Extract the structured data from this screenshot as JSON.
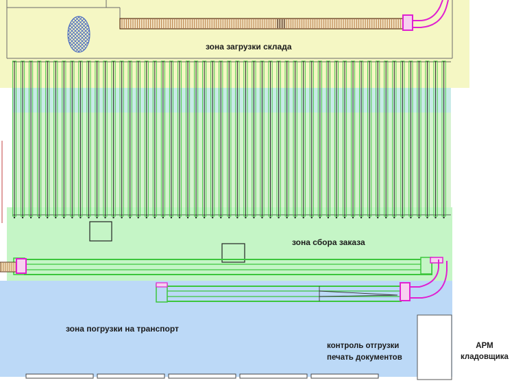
{
  "zones": {
    "loading": {
      "label": "зона загрузки склада",
      "color": "#f5f7c4"
    },
    "picking": {
      "label": "зона сбора заказа",
      "color": "#c5f5c6"
    },
    "shipping": {
      "label": "зона погрузки на транспорт",
      "color": "#bcd9f7"
    }
  },
  "labels": {
    "control_line1": "контроль отгрузки",
    "control_line2": "печать документов",
    "arm_line1": "АРМ",
    "arm_line2": "кладовщика"
  },
  "colors": {
    "conveyor": "#3cc63c",
    "rack": "#2c2c2c",
    "accent": "#e020d0",
    "roller": "#b07030"
  },
  "racks": {
    "count": 53
  }
}
